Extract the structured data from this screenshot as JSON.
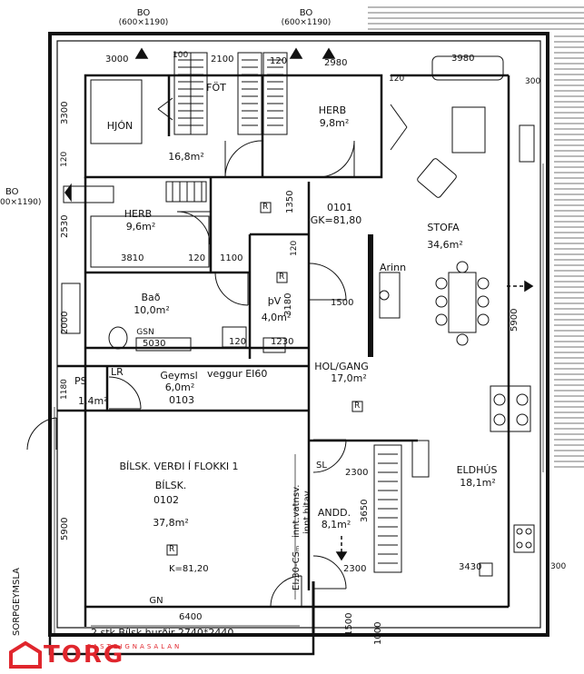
{
  "header": {
    "bo_left_title": "BO",
    "bo_left_dim": "(600×1190)",
    "bo_mid_title": "BO",
    "bo_mid_dim": "(600×1190)",
    "bo_side_title": "BO",
    "bo_side_dim": "00×1190)"
  },
  "dims": {
    "top_3000": "3000",
    "top_100": "100",
    "top_2100": "2100",
    "top_120a": "120",
    "top_2980": "2980",
    "top_3980": "3980",
    "top_120b": "120",
    "top_300": "300",
    "left_3300": "3300",
    "left_120": "120",
    "left_2530": "2530",
    "left_2000": "2000",
    "left_1180": "1180",
    "left_5900": "5900",
    "mid_1350": "1350",
    "mid_120": "120",
    "mid_3810": "3810",
    "mid_120b": "120",
    "mid_1100": "1100",
    "mid_3180": "3180",
    "mid_1500": "1500",
    "mid_5030": "5030",
    "mid_120c": "120",
    "mid_1230": "1230",
    "mid_2300a": "2300",
    "mid_3650": "3650",
    "mid_2300b": "2300",
    "right_5900": "5900",
    "right_300": "300",
    "right_3430": "3430",
    "bottom_6400": "6400",
    "bottom_1500": "1500",
    "bottom_1000": "1000"
  },
  "rooms": {
    "fot": "FÖT",
    "hjon": "HJÓN",
    "hjon_area": "16,8m²",
    "herb1": "HERB",
    "herb1_area": "9,8m²",
    "herb2": "HERB",
    "herb2_area": "9,6m²",
    "bad": "Bað",
    "bad_area": "10,0m²",
    "gsn": "GSN",
    "pv": "þV",
    "pv_area": "4,0m²",
    "unit": "0101",
    "unit_gk": "GK=81,80",
    "stofa": "STOFA",
    "stofa_area": "34,6m²",
    "arinn": "Arinn",
    "hol": "HOL/GANG",
    "hol_area": "17,0m²",
    "geymsl": "Geymsl",
    "geymsl_area": "6,0m²",
    "geymsl_id": "0103",
    "veggur": "veggur EI60",
    "lr": "LR",
    "ps": "PS",
    "ps_area": "1,4m²",
    "bilsk_note": "BÍLSK. VERÐI Í FLOKKI 1",
    "bilsk": "BÍLSK.",
    "bilsk_id": "0102",
    "bilsk_area": "37,8m²",
    "k": "K=81,20",
    "gn": "GN",
    "sl": "SL",
    "andd": "ANDD.",
    "andd_area": "8,1m²",
    "inntak1": "innt.vatnsv.",
    "inntak2": "innt.hitav.",
    "ei30": "EI₂30-CSₘ",
    "eldhus": "ELDHÚS",
    "eldhus_area": "18,1m²",
    "r_symbol": "R",
    "sorp": "SORPGEYMSLA",
    "door_note": "2 stk Bílsk.hurðir 2740*2440"
  },
  "brand": {
    "logo_word": "TORG",
    "logo_sub": "FASTEIGNASALAN",
    "logo_color": "#e0262d"
  }
}
